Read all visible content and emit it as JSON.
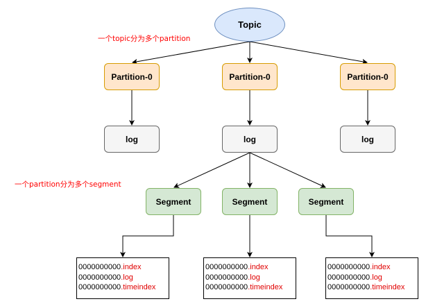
{
  "topic": {
    "label": "Topic"
  },
  "partitions": [
    {
      "label": "Partition-0"
    },
    {
      "label": "Partition-0"
    },
    {
      "label": "Partition-0"
    }
  ],
  "logs": [
    {
      "label": "log"
    },
    {
      "label": "log"
    },
    {
      "label": "log"
    }
  ],
  "segments": [
    {
      "label": "Segment"
    },
    {
      "label": "Segment"
    },
    {
      "label": "Segment"
    }
  ],
  "file_groups": [
    {
      "files": [
        {
          "base": "0000000000",
          "ext": ".index"
        },
        {
          "base": "0000000000",
          "ext": ".log"
        },
        {
          "base": "0000000000",
          "ext": ".timeindex"
        }
      ]
    },
    {
      "files": [
        {
          "base": "0000000000",
          "ext": ".index"
        },
        {
          "base": "0000000000",
          "ext": ".log"
        },
        {
          "base": "0000000000",
          "ext": ".timeindex"
        }
      ]
    },
    {
      "files": [
        {
          "base": "0000000000",
          "ext": ".index"
        },
        {
          "base": "0000000000",
          "ext": ".log"
        },
        {
          "base": "0000000000",
          "ext": ".timeindex"
        }
      ]
    }
  ],
  "annotations": {
    "topic_note": "一个topic分为多个partition",
    "partition_note": "一个partition分为多个segment"
  },
  "colors": {
    "topic_fill": "#dae8fc",
    "topic_stroke": "#6c8ebf",
    "partition_fill": "#ffe6cc",
    "partition_stroke": "#d79b00",
    "log_fill": "#f5f5f5",
    "log_stroke": "#666666",
    "segment_fill": "#d5e8d4",
    "segment_stroke": "#82b366",
    "annotation_text": "#ff0000",
    "extension_text": "#e00000"
  }
}
